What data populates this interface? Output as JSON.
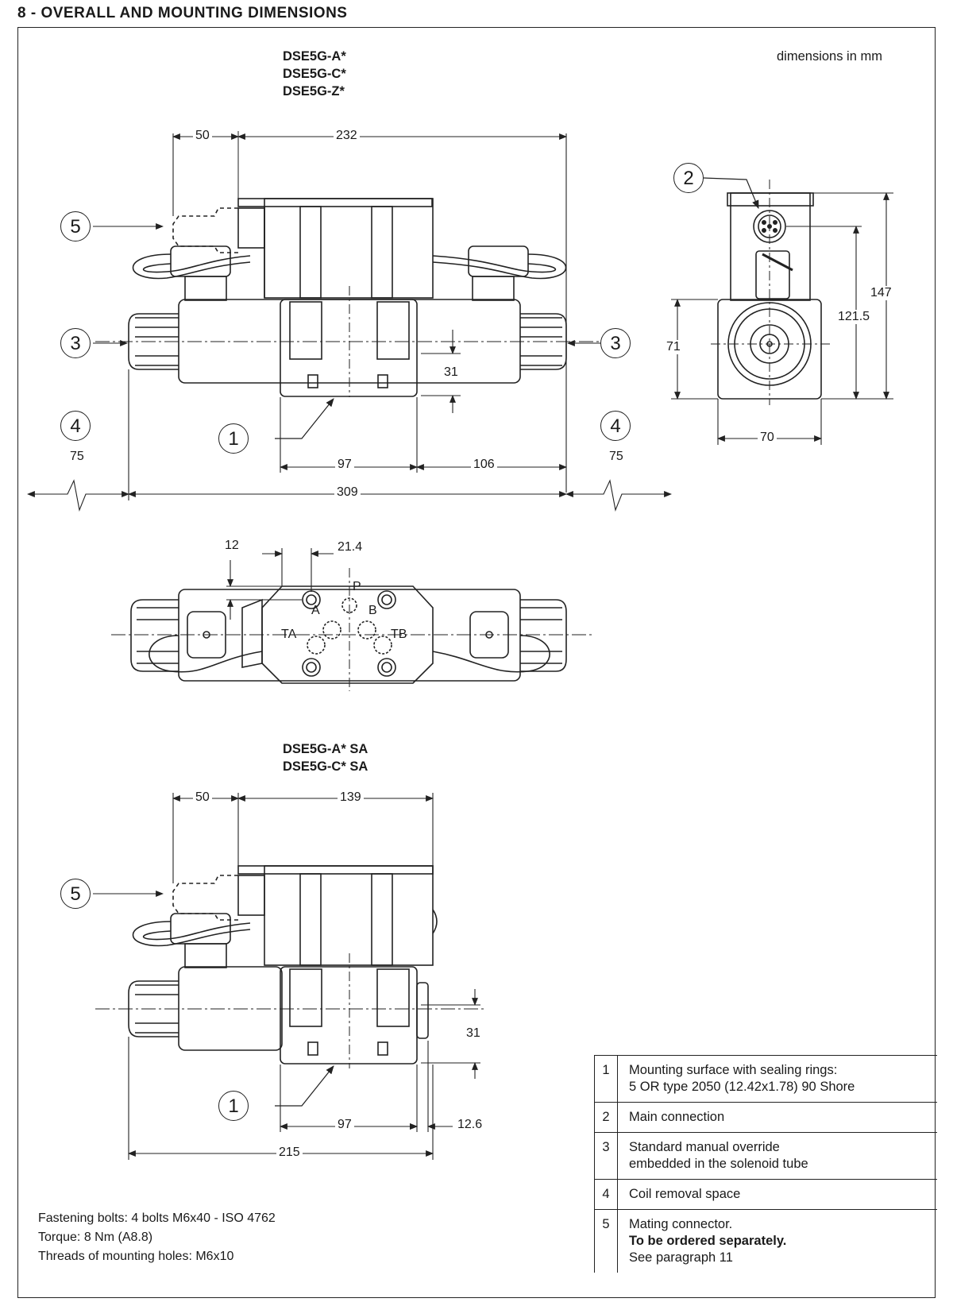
{
  "section_title": "8 - OVERALL AND MOUNTING DIMENSIONS",
  "units_note": "dimensions in mm",
  "model_group_1": [
    "DSE5G-A*",
    "DSE5G-C*",
    "DSE5G-Z*"
  ],
  "model_group_2": [
    "DSE5G-A* SA",
    "DSE5G-C* SA"
  ],
  "view1_dims": {
    "d50": "50",
    "d232": "232",
    "d31": "31",
    "d97": "97",
    "d106": "106",
    "d309": "309",
    "d75_left": "75",
    "d75_right": "75"
  },
  "side_dims": {
    "d147": "147",
    "d121_5": "121.5",
    "d71": "71",
    "d70": "70"
  },
  "top_view": {
    "dims": {
      "d12": "12",
      "d21_4": "21.4"
    },
    "ports": {
      "p": "P",
      "a": "A",
      "b": "B",
      "ta": "TA",
      "tb": "TB"
    }
  },
  "view3_dims": {
    "d50": "50",
    "d139": "139",
    "d31": "31",
    "d97": "97",
    "d12_6": "12.6",
    "d215": "215"
  },
  "callouts": {
    "c1": "1",
    "c2": "2",
    "c3": "3",
    "c4": "4",
    "c5": "5"
  },
  "notes": [
    "Fastening bolts: 4 bolts M6x40 - ISO 4762",
    "Torque: 8 Nm  (A8.8)",
    "Threads of mounting holes: M6x10"
  ],
  "legend": [
    {
      "num": "1",
      "lines": [
        "Mounting surface with sealing rings:",
        "5 OR type 2050 (12.42x1.78)  90 Shore"
      ]
    },
    {
      "num": "2",
      "lines": [
        "Main connection"
      ]
    },
    {
      "num": "3",
      "lines": [
        "Standard manual override",
        "embedded in the solenoid tube"
      ]
    },
    {
      "num": "4",
      "lines": [
        "Coil removal space"
      ]
    },
    {
      "num": "5",
      "lines": [
        "Mating connector.",
        "To be ordered separately.",
        "See paragraph 11"
      ],
      "bold_line": 1
    }
  ]
}
